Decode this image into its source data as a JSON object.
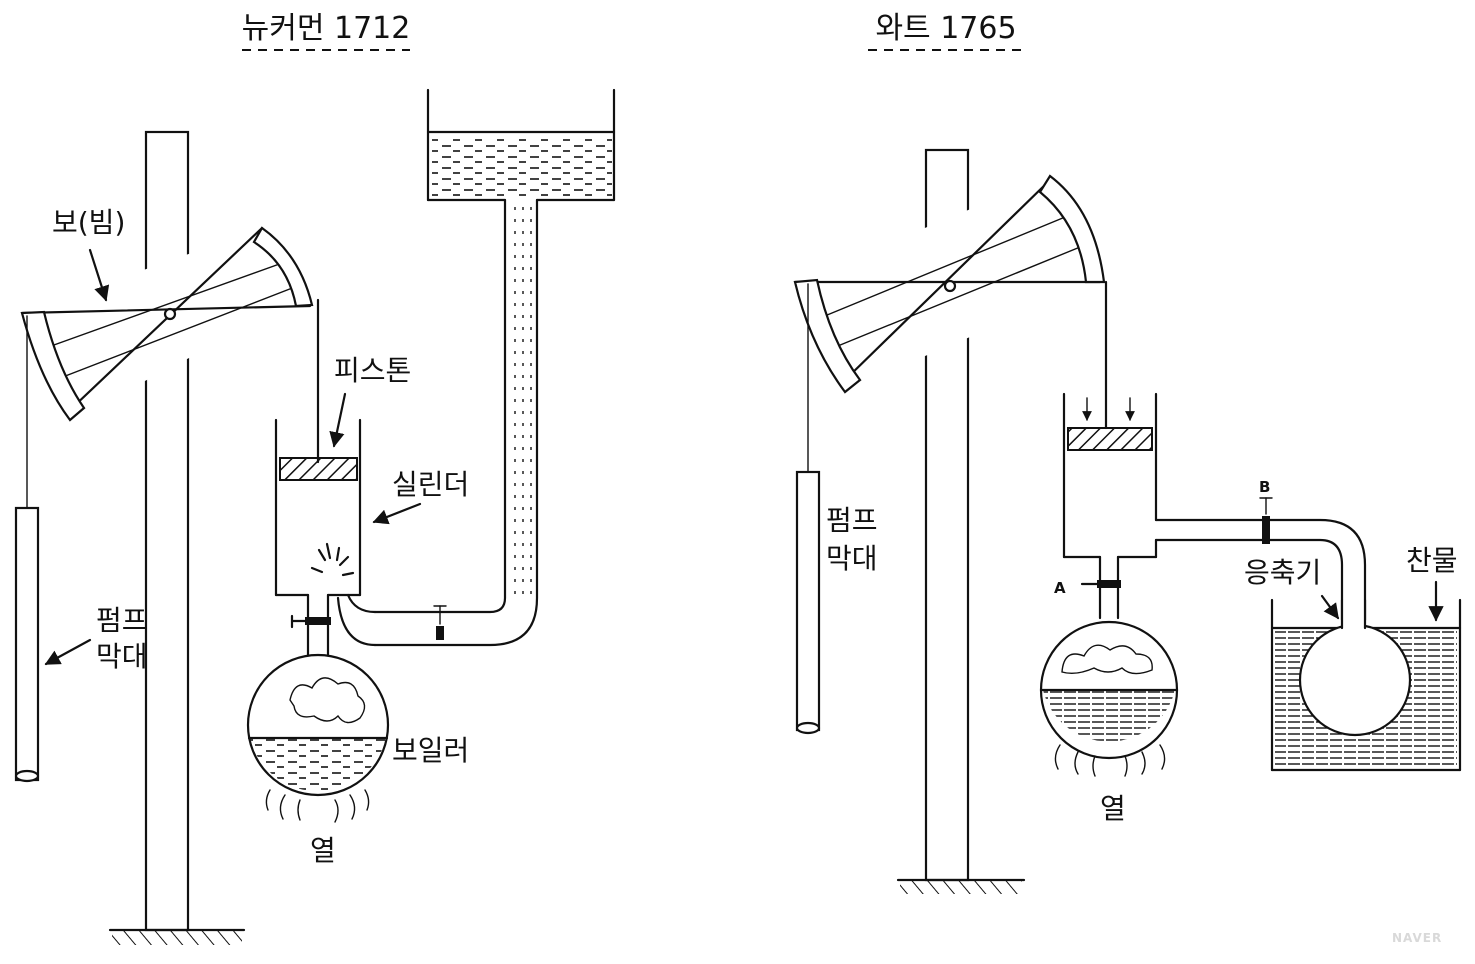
{
  "diagram": {
    "newcomen": {
      "title": "뉴커먼 1712",
      "beam": "보(빔)",
      "piston": "피스톤",
      "cylinder": "실린더",
      "pump_rod_line1": "펌프",
      "pump_rod_line2": "막대",
      "boiler": "보일러",
      "heat": "열"
    },
    "watt": {
      "title": "와트 1765",
      "pump_rod_line1": "펌프",
      "pump_rod_line2": "막대",
      "valve_a": "A",
      "valve_b": "B",
      "condenser": "응축기",
      "cold_water": "찬물",
      "heat": "열"
    }
  },
  "watermark": "NAVER"
}
